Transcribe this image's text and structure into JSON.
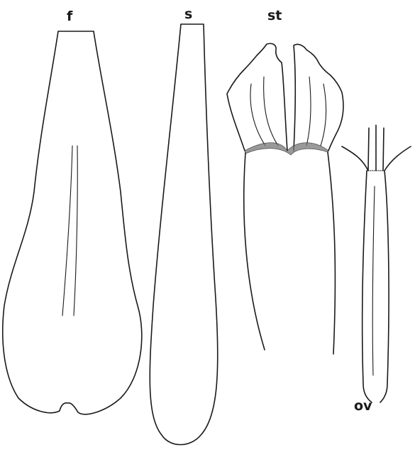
{
  "labels": {
    "f": "f",
    "s": "s",
    "st": "st",
    "ov": "ov"
  }
}
